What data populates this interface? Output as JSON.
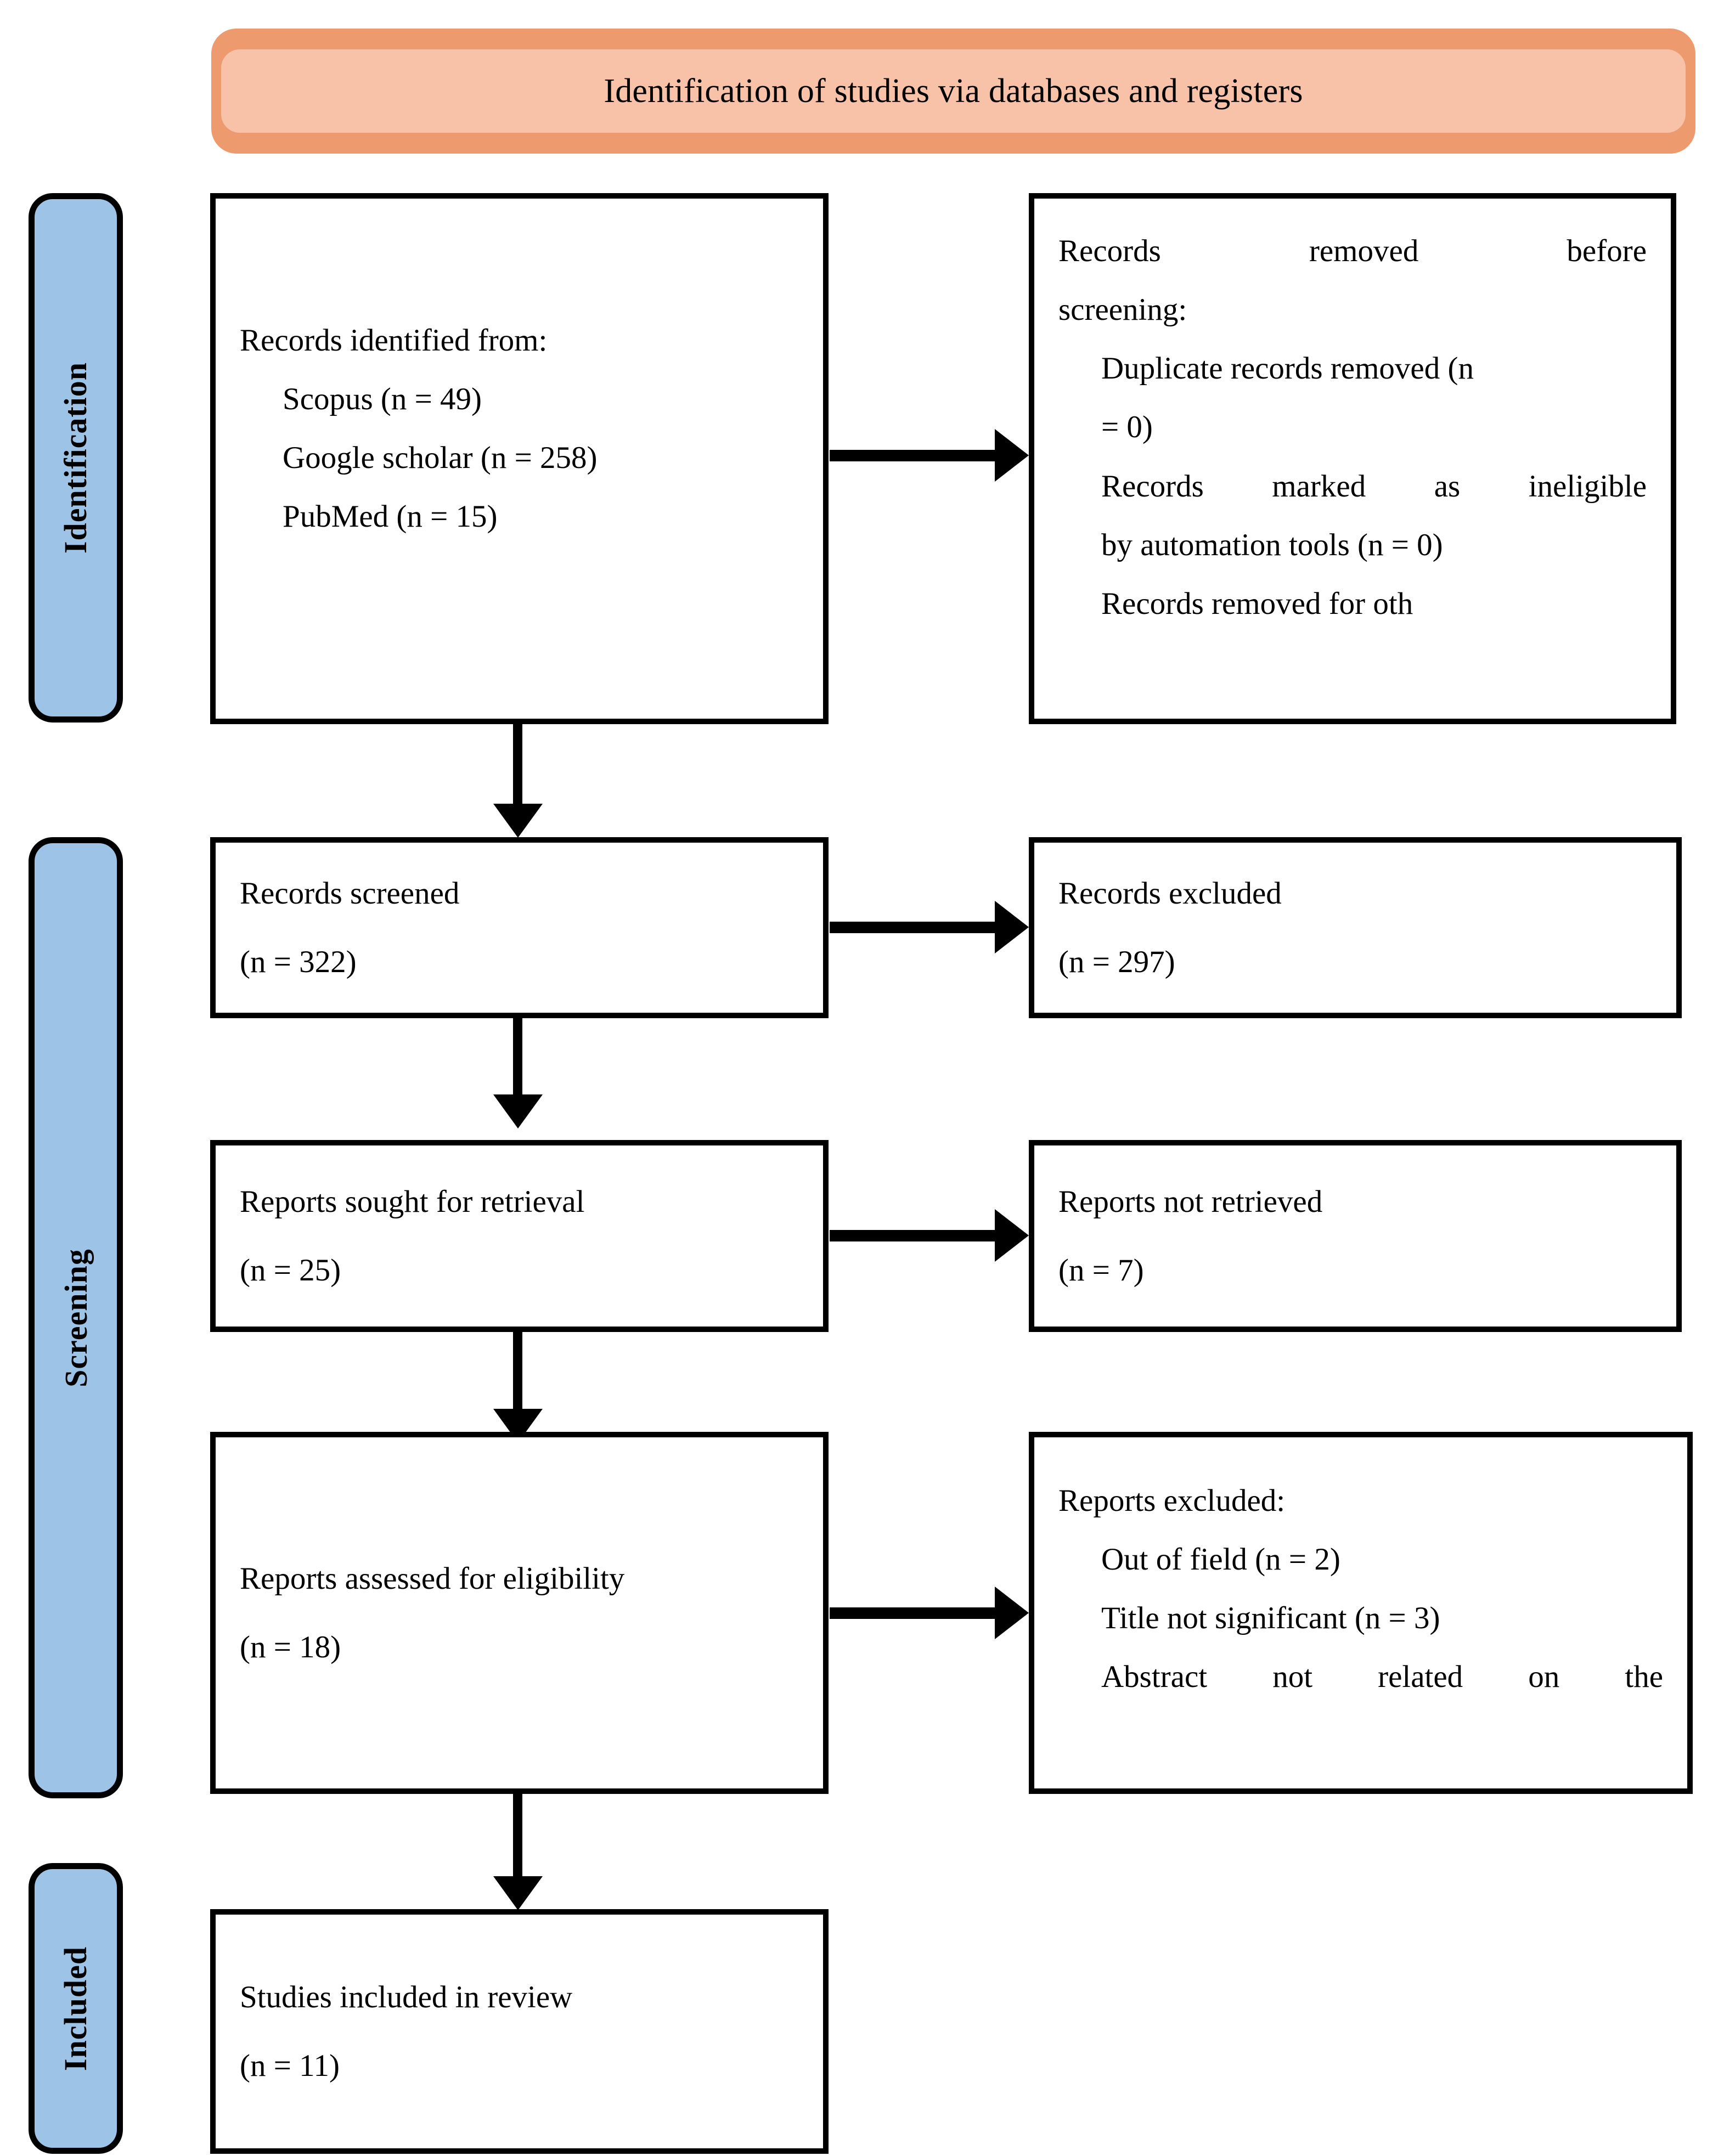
{
  "banner": {
    "title": "Identification of studies via databases and registers",
    "fill": "#F7C2A8",
    "border": "#EE9A6F"
  },
  "stages": {
    "identification": "Identification",
    "screening": "Screening",
    "included": "Included",
    "fill": "#9DC3E6",
    "border": "#000000"
  },
  "boxes": {
    "records_identified": {
      "heading": "Records identified from:",
      "items": [
        "Scopus (n = 49)",
        "Google scholar (n = 258)",
        "PubMed (n = 15)"
      ]
    },
    "records_removed": {
      "heading_line1": "Records    removed    before",
      "heading_line2": "screening:",
      "items": [
        "Duplicate records removed (n",
        "= 0)",
        "Records  marked  as  ineligible",
        "by automation tools (n = 0)",
        "Records removed for oth"
      ]
    },
    "records_screened": {
      "label": "Records screened",
      "count": "(n = 322)"
    },
    "records_excluded": {
      "label": "Records excluded",
      "count": "(n = 297)"
    },
    "reports_sought": {
      "label": "Reports sought for retrieval",
      "count": "(n = 25)"
    },
    "reports_not_retrieved": {
      "label": "Reports not retrieved",
      "count": "(n = 7)"
    },
    "reports_assessed": {
      "label": "Reports assessed for eligibility",
      "count": "(n = 18)"
    },
    "reports_excluded": {
      "heading": "Reports excluded:",
      "items": [
        "Out of field (n = 2)",
        "Title not significant (n = 3)",
        "Abstract   not   related   on   the"
      ]
    },
    "studies_included": {
      "label": "Studies included in review",
      "count": "(n = 11)"
    }
  }
}
